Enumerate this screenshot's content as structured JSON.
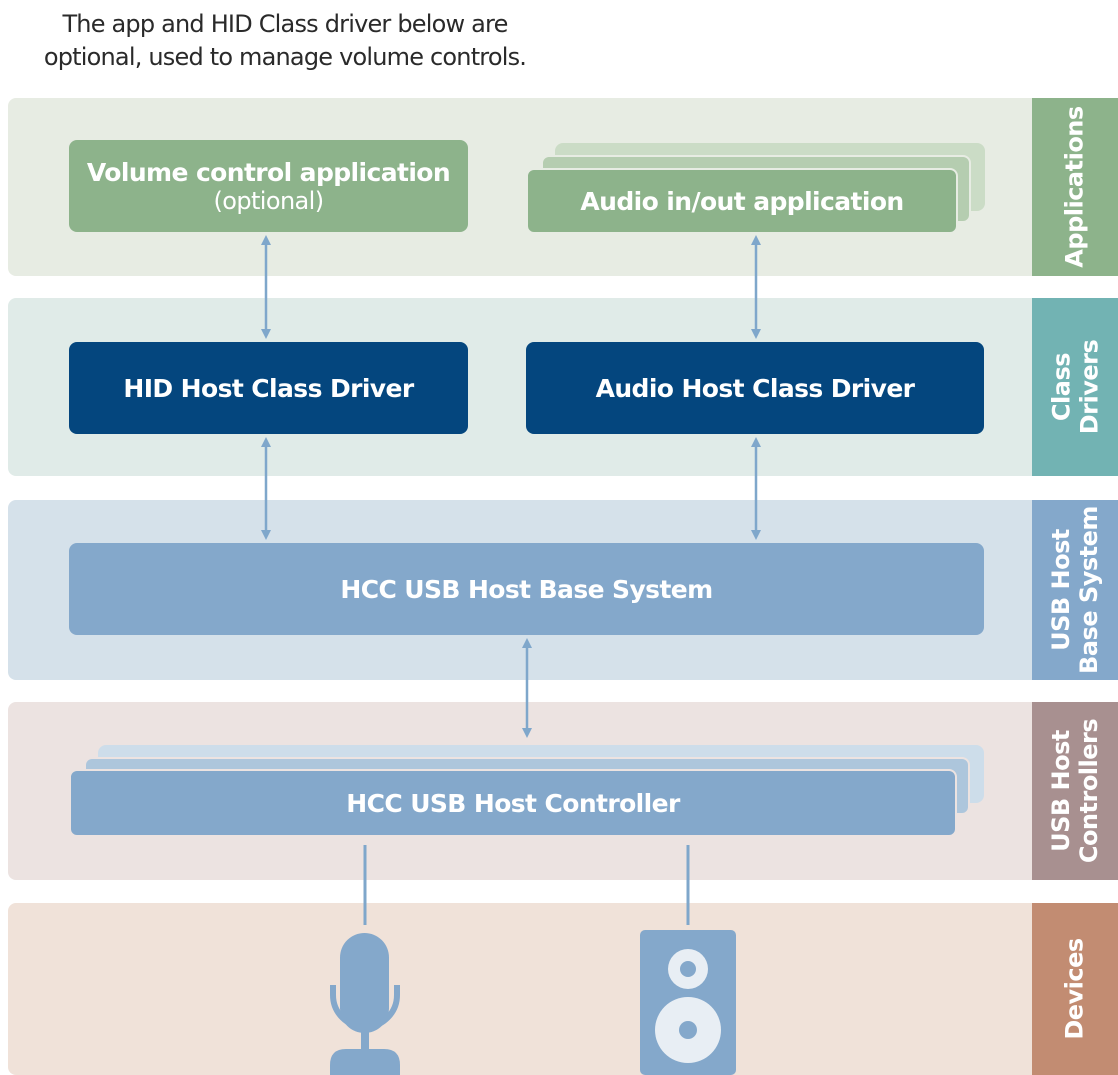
{
  "note": {
    "line1": "The app and HID Class driver below are",
    "line2": "optional, used to manage volume controls."
  },
  "layers": {
    "applications": {
      "label": "Applications"
    },
    "class_drivers": {
      "label_line1": "Class",
      "label_line2": "Drivers"
    },
    "usb_host_base_system": {
      "label_line1": "USB Host",
      "label_line2": "Base System"
    },
    "usb_host_controllers": {
      "label_line1": "USB Host",
      "label_line2": "Controllers"
    },
    "devices": {
      "label": "Devices"
    }
  },
  "boxes": {
    "volume_control_app": {
      "label": "Volume control application",
      "sublabel": "(optional)"
    },
    "audio_app": {
      "label": "Audio in/out application"
    },
    "hid_driver": {
      "label": "HID Host Class Driver"
    },
    "audio_driver": {
      "label": "Audio Host Class Driver"
    },
    "base_system": {
      "label": "HCC USB Host Base System"
    },
    "host_controller": {
      "label": "HCC USB Host Controller"
    }
  },
  "devices": {
    "microphone": {
      "icon": "microphone-icon"
    },
    "speaker": {
      "icon": "speaker-icon"
    }
  },
  "colors": {
    "applications_band": "#e7ece3",
    "applications_tag": "#8db38b",
    "class_drivers_band": "#e0ebe8",
    "class_drivers_tag": "#72b3b3",
    "base_system_band": "#d5e1ea",
    "base_system_tag": "#84a8cb",
    "controllers_band": "#ece3e1",
    "controllers_tag": "#a89090",
    "devices_band": "#f0e2d9",
    "devices_tag": "#c28c72",
    "app_box": "#8db38b",
    "driver_box": "#04467e",
    "base_box": "#84a8cb",
    "arrow": "#7fa7cb"
  }
}
